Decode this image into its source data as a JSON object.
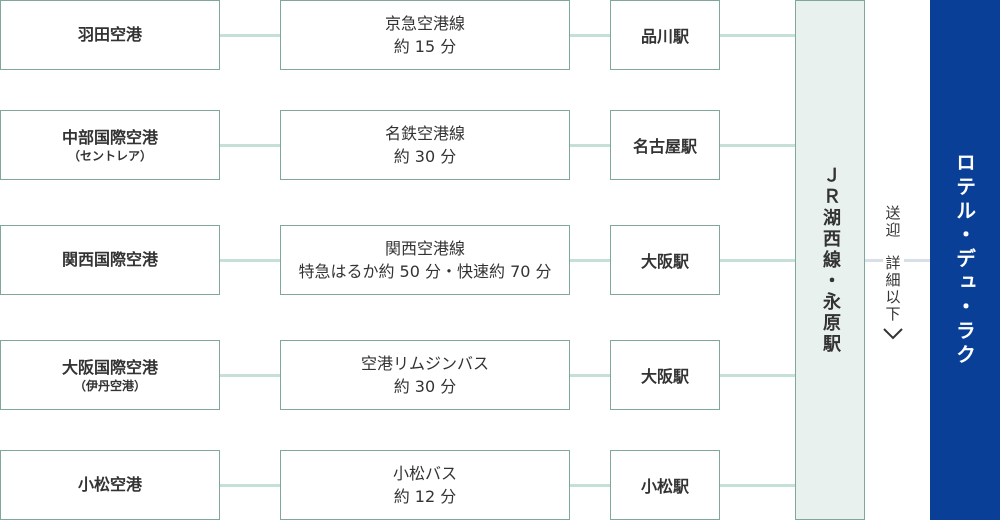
{
  "routes": [
    {
      "airport": "羽田空港",
      "airport_sub": "",
      "line1": "京急空港線",
      "line2": "約 15 分",
      "station": "品川駅"
    },
    {
      "airport": "中部国際空港",
      "airport_sub": "（セントレア）",
      "line1": "名鉄空港線",
      "line2": "約 30 分",
      "station": "名古屋駅"
    },
    {
      "airport": "関西国際空港",
      "airport_sub": "",
      "line1": "関西空港線",
      "line2": "特急はるか約 50 分・快速約 70 分",
      "station": "大阪駅"
    },
    {
      "airport": "大阪国際空港",
      "airport_sub": "（伊丹空港）",
      "line1": "空港リムジンバス",
      "line2": "約 30 分",
      "station": "大阪駅"
    },
    {
      "airport": "小松空港",
      "airport_sub": "",
      "line1": "小松バス",
      "line2": "約 12 分",
      "station": "小松駅"
    }
  ],
  "jr_label": "ＪＲ湖西線・永原駅",
  "pickup": {
    "label": "送迎",
    "detail": "詳細以下"
  },
  "hotel_name": "ロテル・デュ・ラク",
  "colors": {
    "hotel": "#0a3f97",
    "border": "#7fa89a",
    "connector": "#c4e0d7",
    "jr_fill": "#e8f1ee"
  }
}
